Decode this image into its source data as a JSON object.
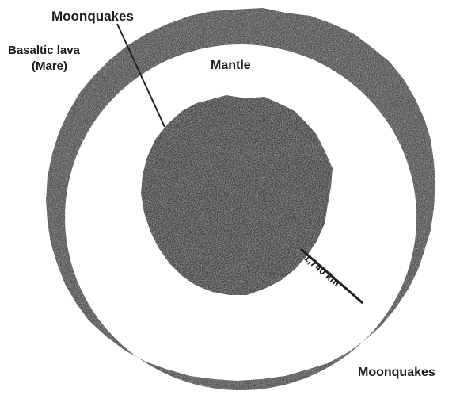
{
  "labels": {
    "moonquakes_top": "Moonquakes",
    "basaltic_lava_line1": "Basaltic lava",
    "basaltic_lava_line2": "(Mare)",
    "mantle": "Mantle",
    "radius": "1,740 km",
    "moonquakes_bottom": "Moonquakes"
  },
  "colors": {
    "crust": "#4b4b4b",
    "core": "#3e3e3e",
    "mantle": "#ffffff",
    "text": "#1c1c1c",
    "leader_line": "#222222"
  }
}
